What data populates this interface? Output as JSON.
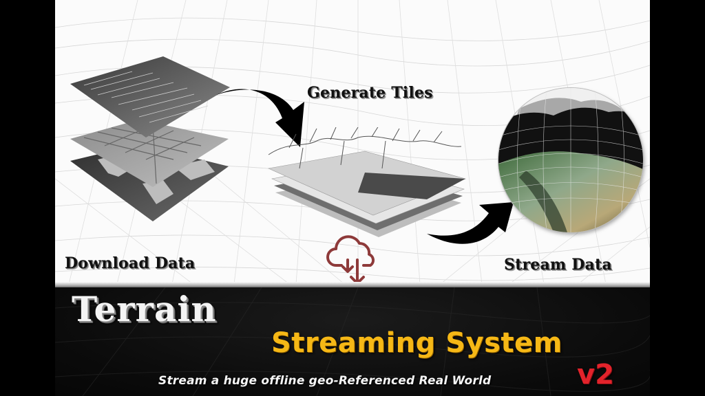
{
  "diagram": {
    "steps": [
      {
        "id": "download",
        "label": "Download Data",
        "icon": "stacked-map-layers-icon"
      },
      {
        "id": "generate",
        "label": "Generate Tiles",
        "icon": "terrain-tile-stack-icon"
      },
      {
        "id": "stream",
        "label": "Stream Data",
        "icon": "terrain-globe-icon"
      }
    ],
    "connectors": [
      "curved-arrow-right-down",
      "curved-arrow-right-up"
    ],
    "center_icon": "cloud-download-icon"
  },
  "banner": {
    "title_line1": "Terrain",
    "title_line2": "Streaming System",
    "subtitle": "Stream a huge offline geo-Referenced Real World",
    "version": "v2"
  },
  "colors": {
    "title_white": "#f4f4f4",
    "title_yellow": "#f6b816",
    "version_red": "#e2232b",
    "cloud_icon": "#8e3a3a",
    "top_background": "#fbfbfb",
    "bottom_background": "#0b0b0b"
  }
}
